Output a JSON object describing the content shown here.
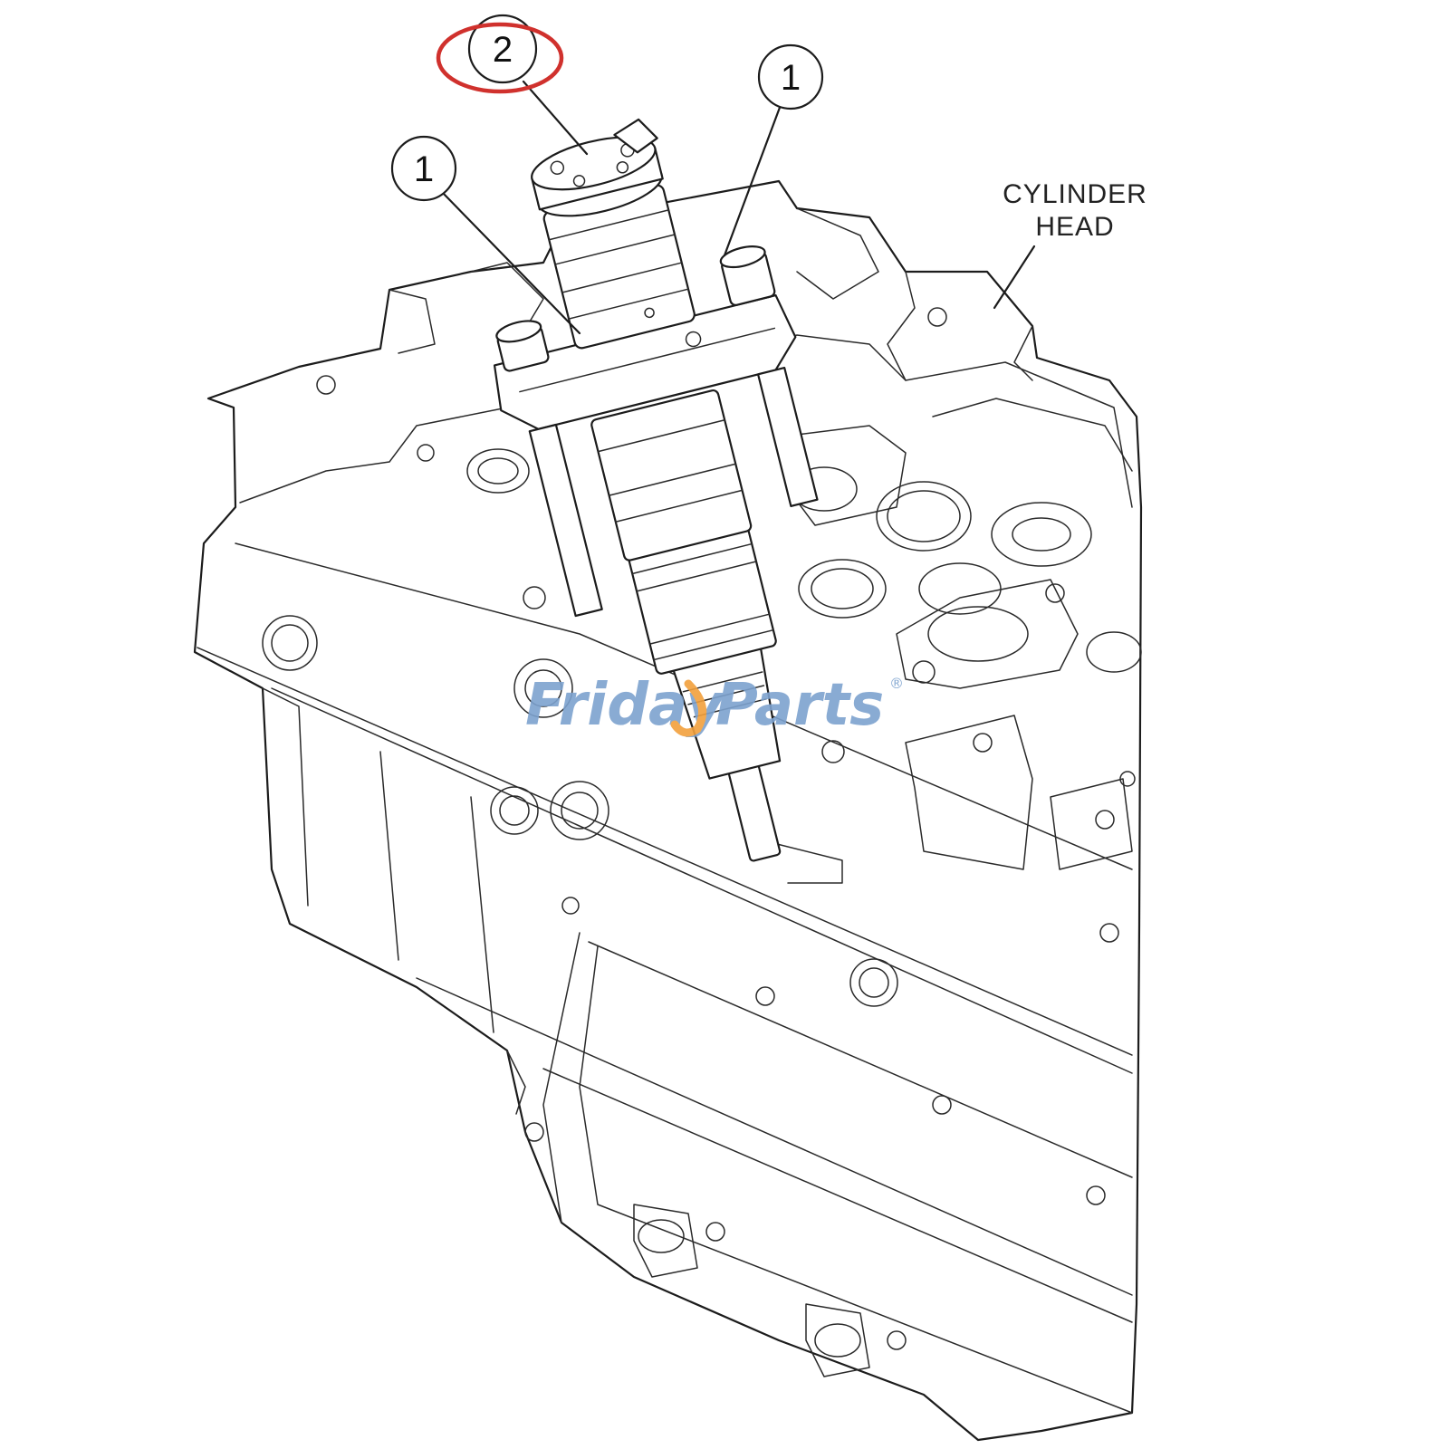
{
  "callouts": [
    {
      "id": "callout-1-left",
      "number": "1"
    },
    {
      "id": "callout-1-right",
      "number": "1"
    },
    {
      "id": "callout-2",
      "number": "2"
    }
  ],
  "labels": {
    "cylinder_head_line1": "CYLINDER",
    "cylinder_head_line2": "HEAD"
  },
  "watermark": {
    "part1": "Friday",
    "part2": "Parts",
    "registered": "®"
  },
  "colors": {
    "line": "#1c1c1c",
    "highlight": "#d0312d",
    "watermark_blue": "#7da2cf",
    "watermark_orange": "#f2a03d"
  }
}
